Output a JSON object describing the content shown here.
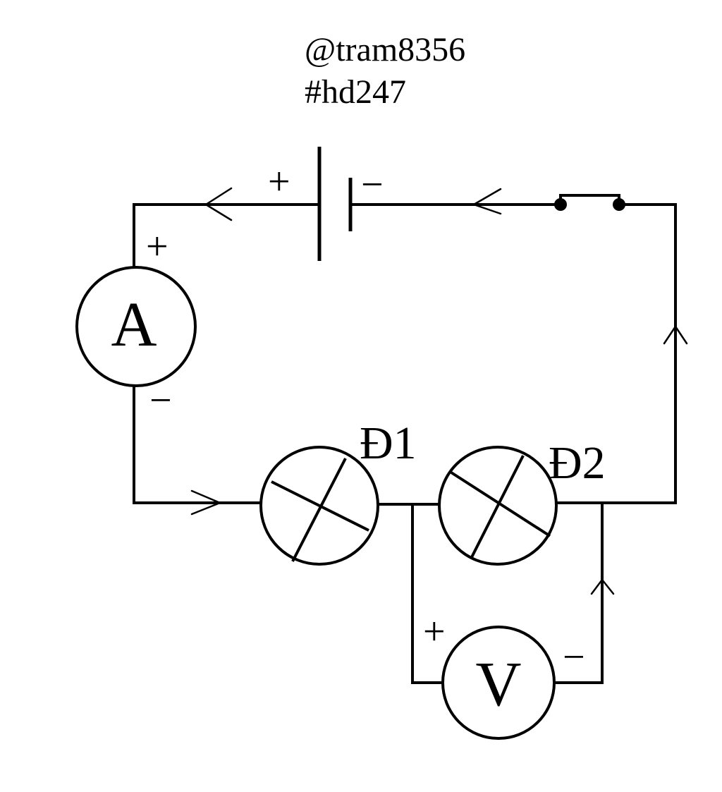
{
  "header": {
    "line1": "@tram8356",
    "line2": "#hd247"
  },
  "battery": {
    "positive_symbol": "+",
    "negative_symbol": "−"
  },
  "ammeter": {
    "letter": "A",
    "positive_symbol": "+",
    "negative_symbol": "−"
  },
  "voltmeter": {
    "letter": "V",
    "positive_symbol": "+",
    "negative_symbol": "−"
  },
  "lamps": [
    {
      "label": "Đ1"
    },
    {
      "label": "Đ2"
    }
  ],
  "icons": [
    "battery-icon",
    "switch-icon",
    "ammeter-icon",
    "voltmeter-icon",
    "lamp-icon",
    "arrow-icon"
  ]
}
